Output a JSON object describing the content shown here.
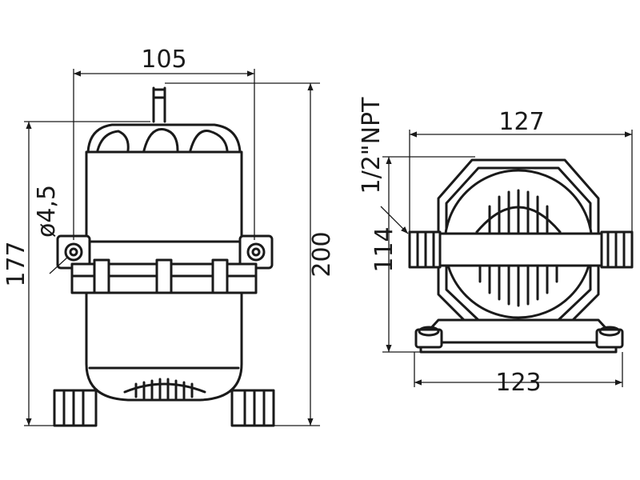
{
  "dimensions": {
    "front_width": "105",
    "front_total_height": "200",
    "front_mount_height": "177",
    "mount_hole": "ø4,5",
    "side_width": "127",
    "side_base_width": "123",
    "side_height": "114",
    "port_thread": "1/2\"NPT"
  },
  "colors": {
    "line": "#1a1a1a",
    "background": "#ffffff"
  }
}
